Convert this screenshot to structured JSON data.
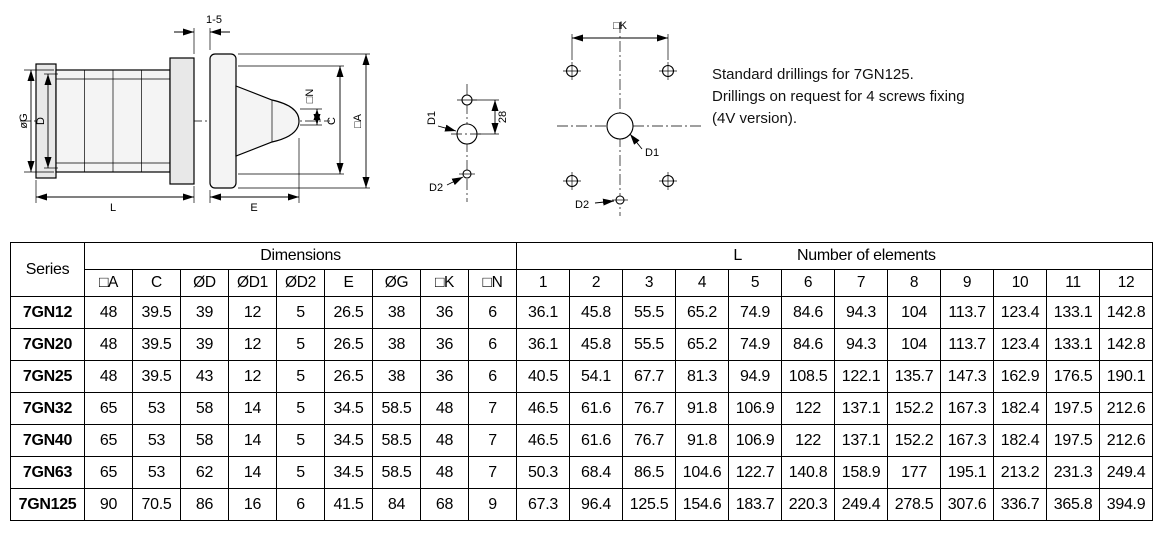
{
  "note": {
    "lines": [
      "Standard drillings for 7GN125.",
      "Drillings on request for 4 screws fixing",
      "(4V version)."
    ]
  },
  "drawings": {
    "side_view": {
      "og": "øG",
      "d": "D",
      "l": "L",
      "e": "E",
      "panel_range": "1-5",
      "n": "□N",
      "c": "C",
      "a": "□A"
    },
    "shaft_view": {
      "d1": "D1",
      "d2": "D2",
      "spacing": "28"
    },
    "front_view": {
      "k": "□K",
      "d1": "D1",
      "d2": "D2"
    }
  },
  "table": {
    "series_header": "Series",
    "dimensions_header": "Dimensions",
    "elements_l_label": "L",
    "elements_label": "Number of elements",
    "dim_columns": [
      "□A",
      "C",
      "ØD",
      "ØD1",
      "ØD2",
      "E",
      "ØG",
      "□K",
      "□N"
    ],
    "element_columns": [
      "1",
      "2",
      "3",
      "4",
      "5",
      "6",
      "7",
      "8",
      "9",
      "10",
      "11",
      "12"
    ],
    "rows": [
      {
        "series": "7GN12",
        "dims": [
          "48",
          "39.5",
          "39",
          "12",
          "5",
          "26.5",
          "38",
          "36",
          "6"
        ],
        "elements": [
          "36.1",
          "45.8",
          "55.5",
          "65.2",
          "74.9",
          "84.6",
          "94.3",
          "104",
          "113.7",
          "123.4",
          "133.1",
          "142.8"
        ]
      },
      {
        "series": "7GN20",
        "dims": [
          "48",
          "39.5",
          "39",
          "12",
          "5",
          "26.5",
          "38",
          "36",
          "6"
        ],
        "elements": [
          "36.1",
          "45.8",
          "55.5",
          "65.2",
          "74.9",
          "84.6",
          "94.3",
          "104",
          "113.7",
          "123.4",
          "133.1",
          "142.8"
        ]
      },
      {
        "series": "7GN25",
        "dims": [
          "48",
          "39.5",
          "43",
          "12",
          "5",
          "26.5",
          "38",
          "36",
          "6"
        ],
        "elements": [
          "40.5",
          "54.1",
          "67.7",
          "81.3",
          "94.9",
          "108.5",
          "122.1",
          "135.7",
          "147.3",
          "162.9",
          "176.5",
          "190.1"
        ]
      },
      {
        "series": "7GN32",
        "dims": [
          "65",
          "53",
          "58",
          "14",
          "5",
          "34.5",
          "58.5",
          "48",
          "7"
        ],
        "elements": [
          "46.5",
          "61.6",
          "76.7",
          "91.8",
          "106.9",
          "122",
          "137.1",
          "152.2",
          "167.3",
          "182.4",
          "197.5",
          "212.6"
        ]
      },
      {
        "series": "7GN40",
        "dims": [
          "65",
          "53",
          "58",
          "14",
          "5",
          "34.5",
          "58.5",
          "48",
          "7"
        ],
        "elements": [
          "46.5",
          "61.6",
          "76.7",
          "91.8",
          "106.9",
          "122",
          "137.1",
          "152.2",
          "167.3",
          "182.4",
          "197.5",
          "212.6"
        ]
      },
      {
        "series": "7GN63",
        "dims": [
          "65",
          "53",
          "62",
          "14",
          "5",
          "34.5",
          "58.5",
          "48",
          "7"
        ],
        "elements": [
          "50.3",
          "68.4",
          "86.5",
          "104.6",
          "122.7",
          "140.8",
          "158.9",
          "177",
          "195.1",
          "213.2",
          "231.3",
          "249.4"
        ]
      },
      {
        "series": "7GN125",
        "dims": [
          "90",
          "70.5",
          "86",
          "16",
          "6",
          "41.5",
          "84",
          "68",
          "9"
        ],
        "elements": [
          "67.3",
          "96.4",
          "125.5",
          "154.6",
          "183.7",
          "220.3",
          "249.4",
          "278.5",
          "307.6",
          "336.7",
          "365.8",
          "394.9"
        ]
      }
    ]
  }
}
